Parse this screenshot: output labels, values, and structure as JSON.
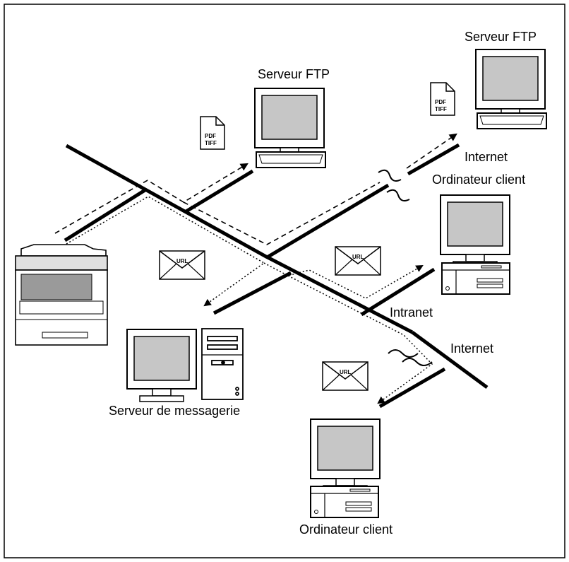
{
  "labels": {
    "ftp_server_center": "Serveur FTP",
    "ftp_server_right": "Serveur FTP",
    "internet_top": "Internet",
    "client_right": "Ordinateur client",
    "intranet": "Intranet",
    "internet_bottom": "Internet",
    "mail_server": "Serveur de messagerie",
    "client_bottom": "Ordinateur client"
  },
  "documents": {
    "line1": "PDF",
    "line2": "TIFF"
  },
  "envelope": {
    "label": "URL"
  }
}
